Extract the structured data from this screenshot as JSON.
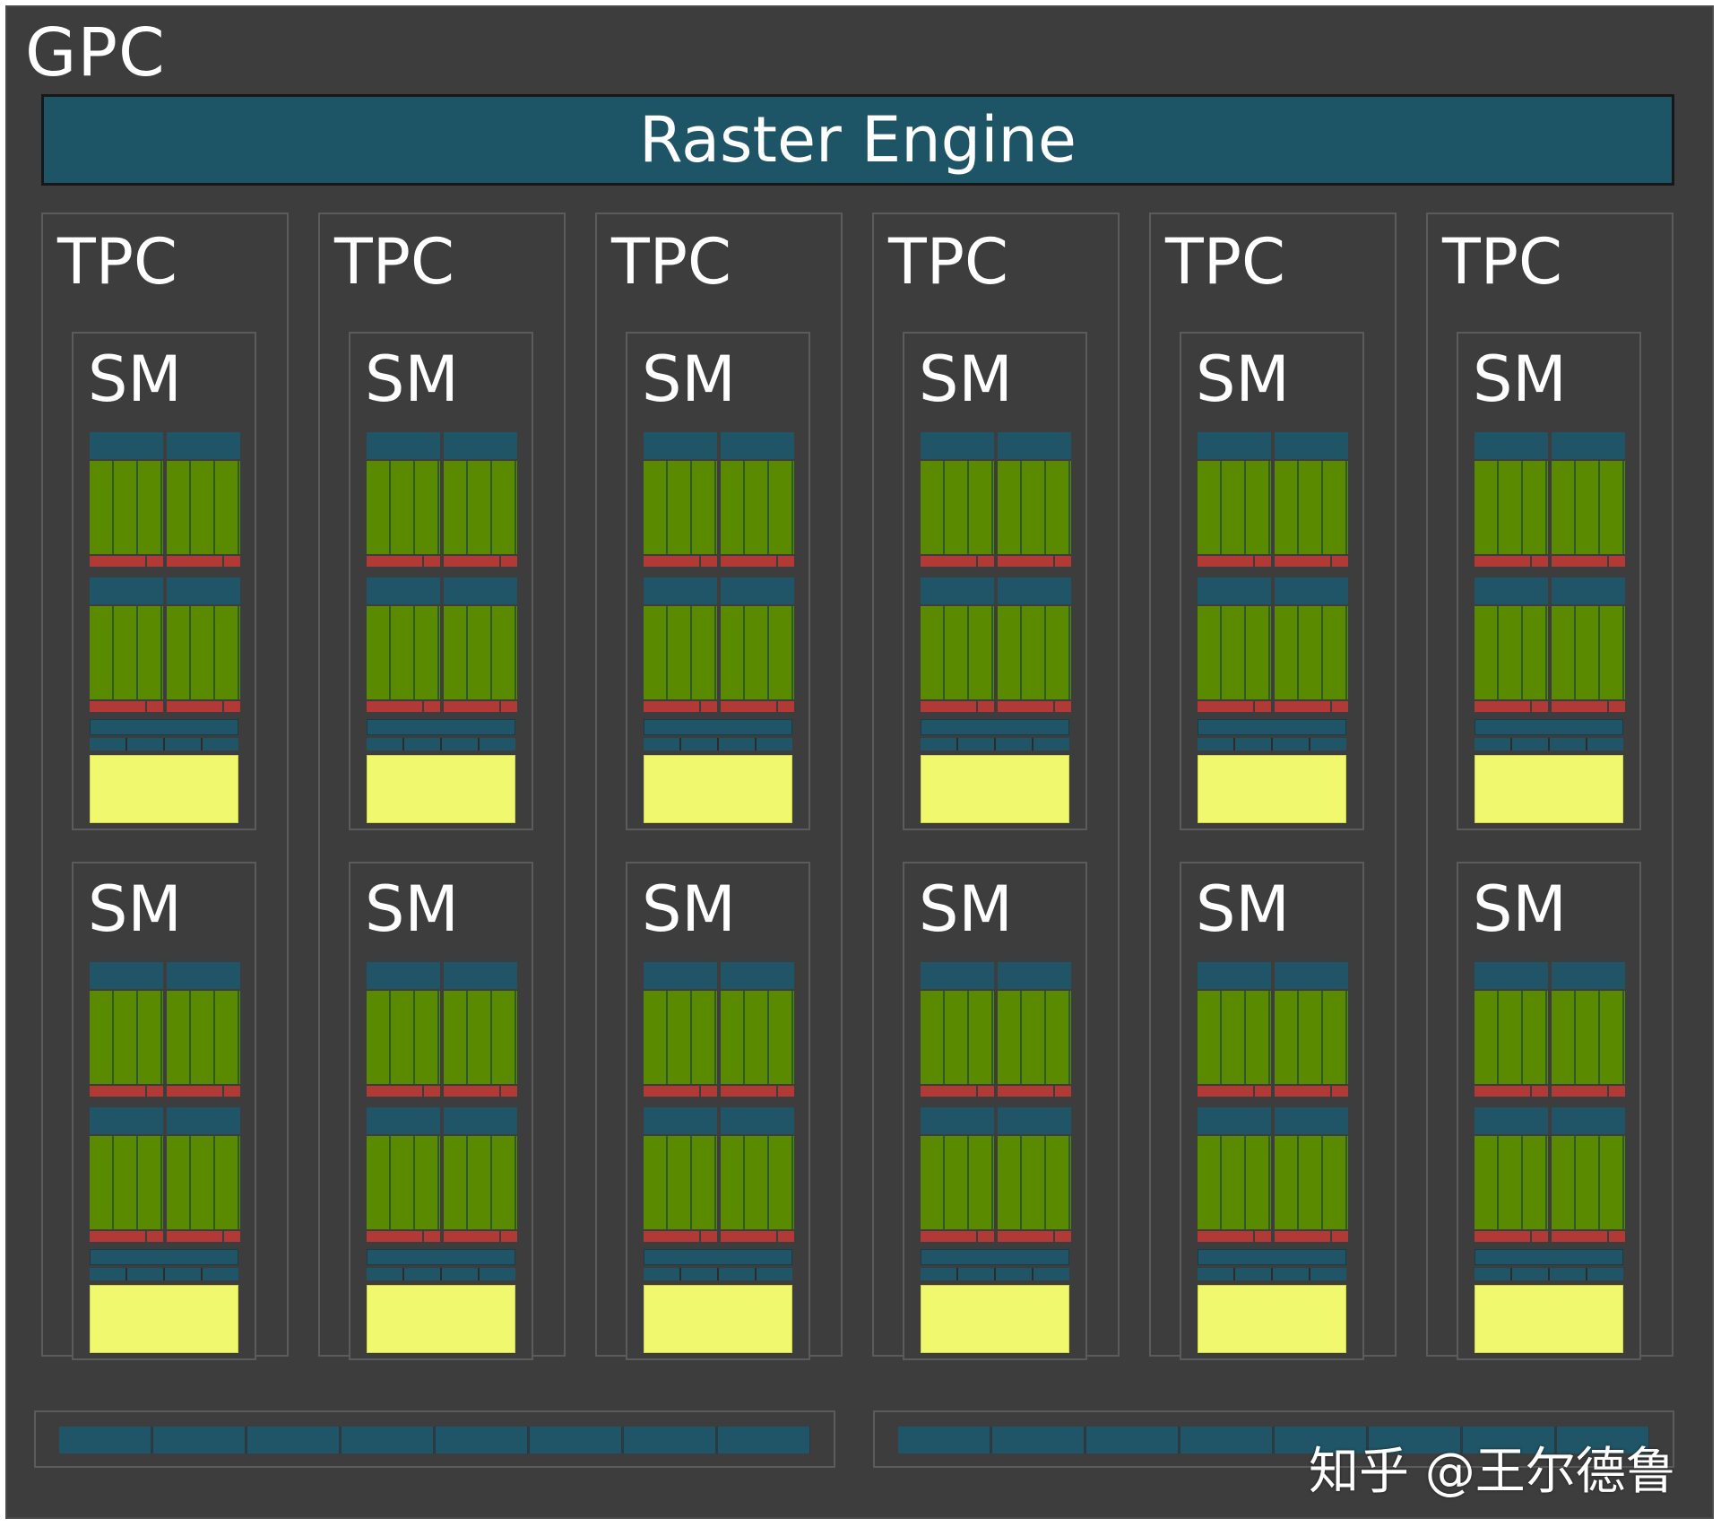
{
  "gpc": {
    "label": "GPC"
  },
  "raster_engine": {
    "label": "Raster Engine"
  },
  "tpcs": [
    {
      "label": "TPC",
      "sms": [
        {
          "label": "SM"
        },
        {
          "label": "SM"
        }
      ]
    },
    {
      "label": "TPC",
      "sms": [
        {
          "label": "SM"
        },
        {
          "label": "SM"
        }
      ]
    },
    {
      "label": "TPC",
      "sms": [
        {
          "label": "SM"
        },
        {
          "label": "SM"
        }
      ]
    },
    {
      "label": "TPC",
      "sms": [
        {
          "label": "SM"
        },
        {
          "label": "SM"
        }
      ]
    },
    {
      "label": "TPC",
      "sms": [
        {
          "label": "SM"
        },
        {
          "label": "SM"
        }
      ]
    },
    {
      "label": "TPC",
      "sms": [
        {
          "label": "SM"
        },
        {
          "label": "SM"
        }
      ]
    }
  ],
  "watermark": "知乎 @王尔德鲁",
  "colors": {
    "background": "#3d3d3d",
    "raster_engine": "#1e5566",
    "cuda_cores": "#5a8a00",
    "tensor_red": "#b23a36",
    "scheduler_teal": "#1f5566",
    "cache_yellow": "#f0f86e"
  }
}
